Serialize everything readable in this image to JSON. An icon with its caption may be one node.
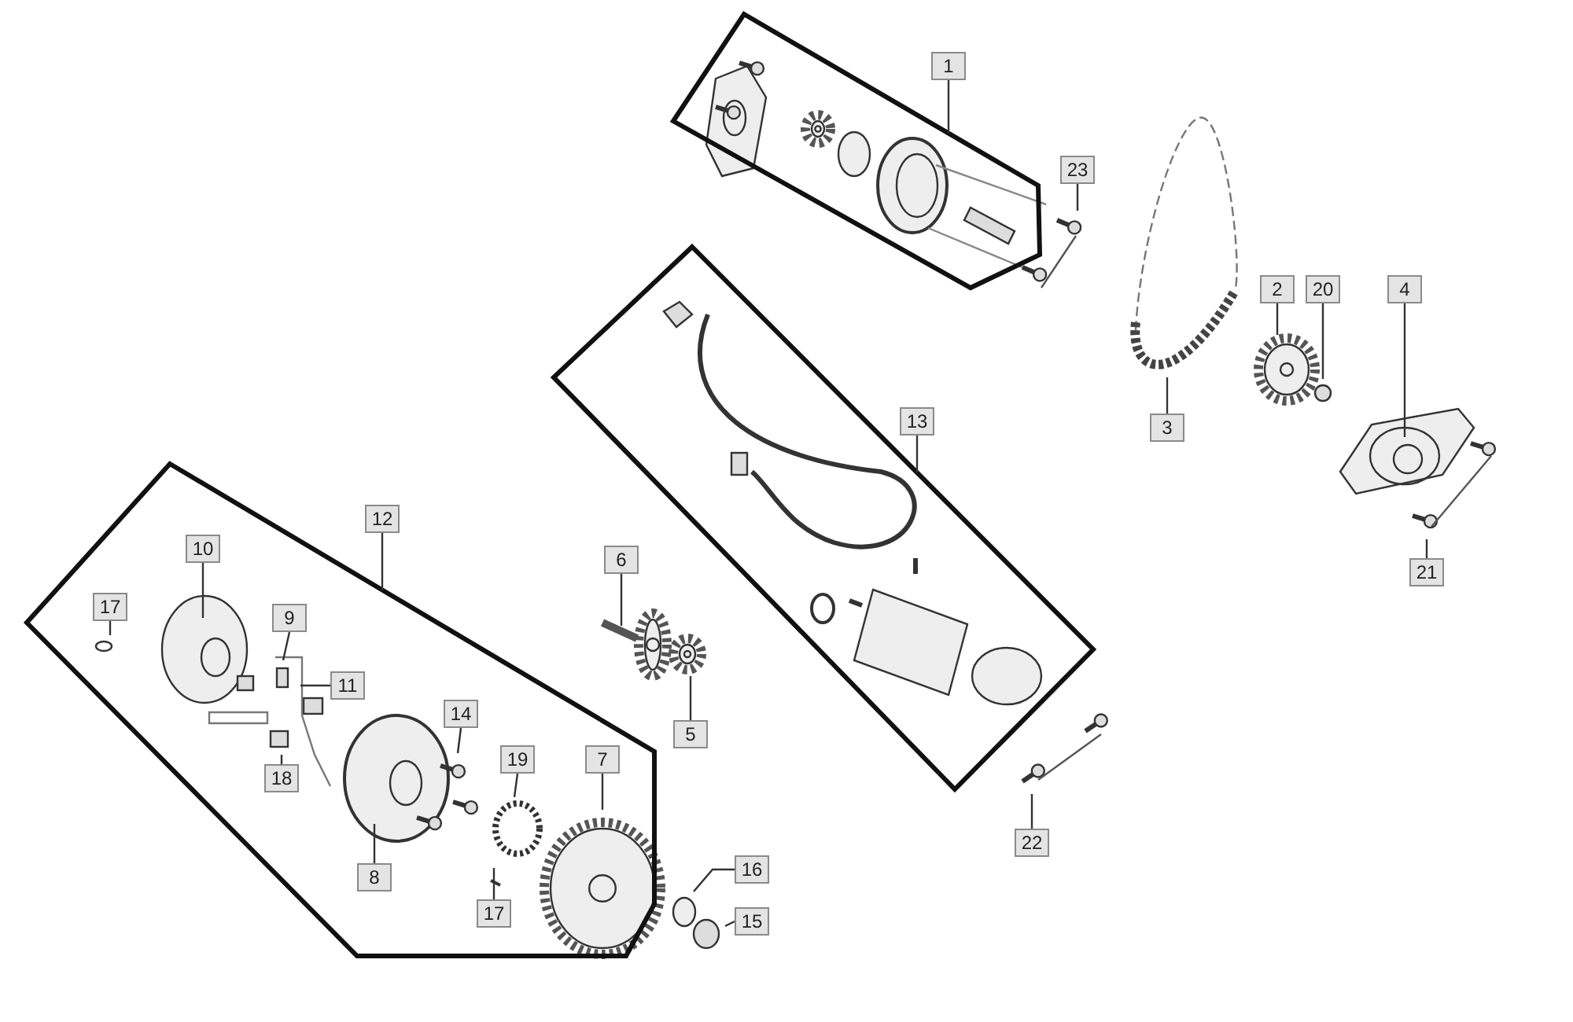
{
  "diagram": {
    "nodes": [
      {
        "text": [],
        "shape": "box"
      },
      {
        "text": [
          "1"
        ]
      },
      {
        "text": [
          "23"
        ]
      },
      {
        "text": [
          "2"
        ]
      },
      {
        "text": [
          "20"
        ]
      },
      {
        "text": [
          "4"
        ]
      },
      {
        "text": [
          "3"
        ]
      },
      {
        "text": [],
        "shape": "box"
      },
      {
        "text": [
          "13"
        ]
      },
      {
        "text": [
          "21"
        ]
      },
      {
        "text": [],
        "shape": "box"
      },
      {
        "text": [
          "12"
        ]
      },
      {
        "text": [
          "6"
        ]
      },
      {
        "text": [
          "10"
        ],
        "in": 10
      },
      {
        "text": [
          "17"
        ],
        "in": 10
      },
      {
        "text": [
          "9"
        ],
        "in": 10
      },
      {
        "text": [
          "11"
        ],
        "in": 10
      },
      {
        "text": [
          "5"
        ]
      },
      {
        "text": [
          "14"
        ],
        "in": 10
      },
      {
        "text": [
          "18"
        ],
        "in": 10
      },
      {
        "text": [
          "19"
        ],
        "in": 10
      },
      {
        "text": [
          "7"
        ],
        "in": 10
      },
      {
        "text": [
          "22"
        ]
      },
      {
        "text": [
          "8"
        ],
        "in": 10
      },
      {
        "text": [
          "16"
        ]
      },
      {
        "text": [
          "17"
        ],
        "in": 10
      },
      {
        "text": [
          "15"
        ]
      }
    ],
    "edges": [
      {
        "from": 1,
        "to": 0,
        "arrow": "none"
      },
      {
        "from": 2,
        "to": null,
        "arrow": "none"
      },
      {
        "from": 3,
        "to": null,
        "arrow": "none"
      },
      {
        "from": 4,
        "to": null,
        "arrow": "none"
      },
      {
        "from": 5,
        "to": null,
        "arrow": "none"
      },
      {
        "from": 6,
        "to": null,
        "arrow": "none"
      },
      {
        "from": 8,
        "to": 7,
        "arrow": "none"
      },
      {
        "from": 9,
        "to": null,
        "arrow": "none"
      },
      {
        "from": 11,
        "to": 10,
        "arrow": "none"
      },
      {
        "from": 12,
        "to": null,
        "arrow": "none"
      },
      {
        "from": 13,
        "to": null,
        "arrow": "none"
      },
      {
        "from": 14,
        "to": null,
        "arrow": "none"
      },
      {
        "from": 15,
        "to": null,
        "arrow": "none"
      },
      {
        "from": 16,
        "to": null,
        "arrow": "none"
      },
      {
        "from": 17,
        "to": null,
        "arrow": "none"
      },
      {
        "from": 18,
        "to": null,
        "arrow": "none"
      },
      {
        "from": 19,
        "to": null,
        "arrow": "none"
      },
      {
        "from": 20,
        "to": null,
        "arrow": "none"
      },
      {
        "from": 21,
        "to": null,
        "arrow": "none"
      },
      {
        "from": 22,
        "to": null,
        "arrow": "none"
      },
      {
        "from": 23,
        "to": null,
        "arrow": "none"
      },
      {
        "from": 24,
        "to": null,
        "arrow": "none"
      },
      {
        "from": 25,
        "to": null,
        "arrow": "none"
      },
      {
        "from": 26,
        "to": null,
        "arrow": "none"
      }
    ]
  }
}
